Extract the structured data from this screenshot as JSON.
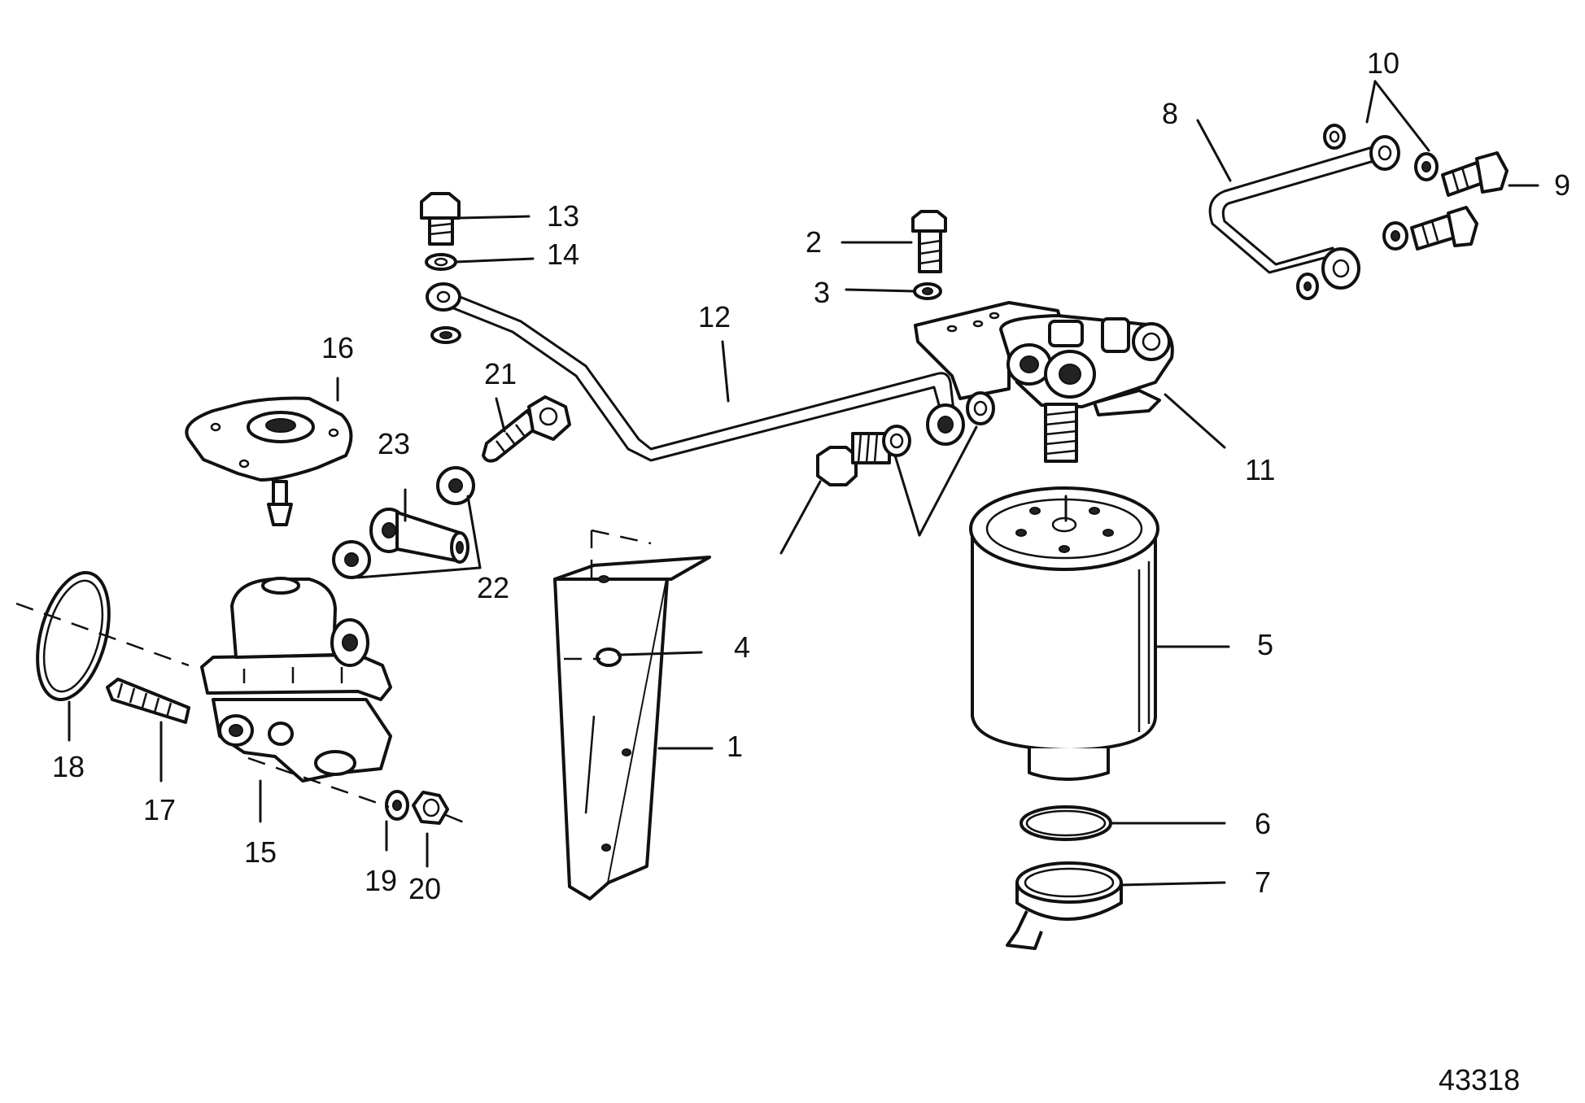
{
  "figure_number": "43318",
  "callouts": {
    "c1": "1",
    "c2": "2",
    "c3": "3",
    "c4": "4",
    "c5": "5",
    "c6": "6",
    "c7": "7",
    "c8": "8",
    "c9": "9",
    "c10": "10",
    "c11": "11",
    "c12": "12",
    "c13": "13",
    "c14": "14",
    "c15": "15",
    "c16": "16",
    "c17": "17",
    "c18": "18",
    "c19": "19",
    "c20": "20",
    "c21": "21",
    "c22": "22",
    "c23": "23"
  }
}
